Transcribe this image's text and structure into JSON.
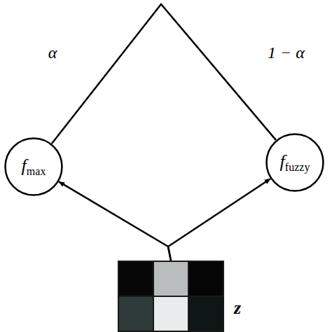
{
  "diagram": {
    "nodes": [
      {
        "text": [
          "fmax"
        ]
      },
      {
        "text": [
          "ffuzzy"
        ]
      },
      {
        "text": [
          "z"
        ]
      }
    ],
    "edges": [
      {
        "from": 2,
        "to": 0,
        "arrow": "to"
      },
      {
        "from": 2,
        "to": 1,
        "arrow": "to"
      },
      {
        "from": 0,
        "to": 1,
        "arrow": "none"
      }
    ],
    "labels": [
      "α",
      "1 − α"
    ]
  }
}
